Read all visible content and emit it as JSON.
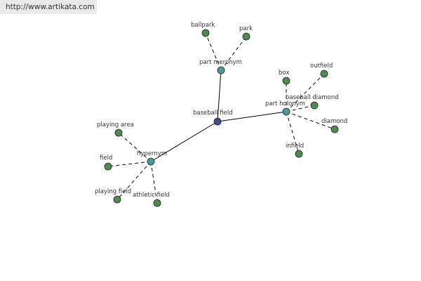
{
  "source_url": "http://www.artikata.com",
  "colors": {
    "center_node": "#3a4f8c",
    "relation_node": "#4b9a9a",
    "leaf_node": "#4e8b4e",
    "node_stroke": "#222222",
    "edge": "#000000",
    "banner_bg": "#e9e9e9",
    "label_text": "#333333"
  },
  "graph": {
    "center": {
      "id": "baseball-field",
      "label": "baseball field"
    },
    "relations": [
      {
        "id": "part-meronym",
        "label": "part meronym",
        "leaves": [
          {
            "id": "ballpark",
            "label": "ballpark"
          },
          {
            "id": "park",
            "label": "park"
          }
        ]
      },
      {
        "id": "part-holonym",
        "label": "part holonym",
        "leaves": [
          {
            "id": "box",
            "label": "box"
          },
          {
            "id": "outfield",
            "label": "outfield"
          },
          {
            "id": "baseball-diamond",
            "label": "baseball diamond"
          },
          {
            "id": "diamond",
            "label": "diamond"
          },
          {
            "id": "infield",
            "label": "infield"
          }
        ]
      },
      {
        "id": "hypernym",
        "label": "hypernym",
        "leaves": [
          {
            "id": "playing-area",
            "label": "playing area"
          },
          {
            "id": "field",
            "label": "field"
          },
          {
            "id": "playing-field",
            "label": "playing field"
          },
          {
            "id": "athletic-field",
            "label": "athletic field"
          }
        ]
      }
    ]
  }
}
